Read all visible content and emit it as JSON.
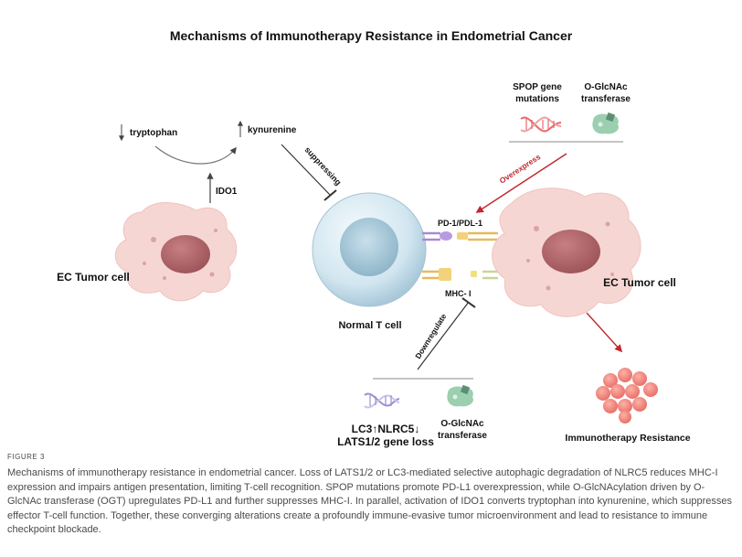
{
  "title": "Mechanisms of Immunotherapy Resistance in Endometrial Cancer",
  "labels": {
    "tryptophan": "tryptophan",
    "kynurenine": "kynurenine",
    "ido1": "IDO1",
    "suppressing": "suppressing",
    "ec_tumor_left": "EC Tumor cell",
    "ec_tumor_right": "EC Tumor cell",
    "normal_t_cell": "Normal T cell",
    "pd1_pdl1": "PD-1/PDL-1",
    "mhc1": "MHC- I",
    "overexpress": "Overexpress",
    "downregulate": "Downregulate",
    "spop_line1": "SPOP gene",
    "spop_line2": "mutations",
    "oglcnac_top_line1": "O-GlcNAc",
    "oglcnac_top_line2": "transferase",
    "lc3_line1": "LC3↑NLRC5↓",
    "lc3_line2": "LATS1/2 gene loss",
    "oglcnac_bottom_line1": "O-GlcNAc",
    "oglcnac_bottom_line2": "transferase",
    "immunotherapy_resistance": "Immunotherapy Resistance"
  },
  "figure_label": "FIGURE 3",
  "caption": "Mechanisms of immunotherapy resistance in endometrial cancer. Loss of LATS1/2 or LC3-mediated selective autophagic degradation of NLRC5 reduces MHC-I expression and impairs antigen presentation, limiting T-cell recognition. SPOP mutations promote PD-L1 overexpression, while O-GlcNAcylation driven by O-GlcNAc transferase (OGT) upregulates PD-L1 and further suppresses MHC-I. In parallel, activation of IDO1 converts tryptophan into kynurenine, which suppresses effector T-cell function. Together, these converging alterations create a profoundly immune-evasive tumor microenvironment and lead to resistance to immune checkpoint blockade.",
  "colors": {
    "tumor_cell": "#f6d6d3",
    "nucleus": "#a85f63",
    "t_cell": "#cfe3ee",
    "t_cell_nucleus": "#8db8cc",
    "arrow_red": "#c0272d",
    "dna_pink": "#e8696f",
    "dna_purple": "#9a8fd0",
    "enzyme_green": "#9ccfb0",
    "cluster": "#f07c74"
  }
}
